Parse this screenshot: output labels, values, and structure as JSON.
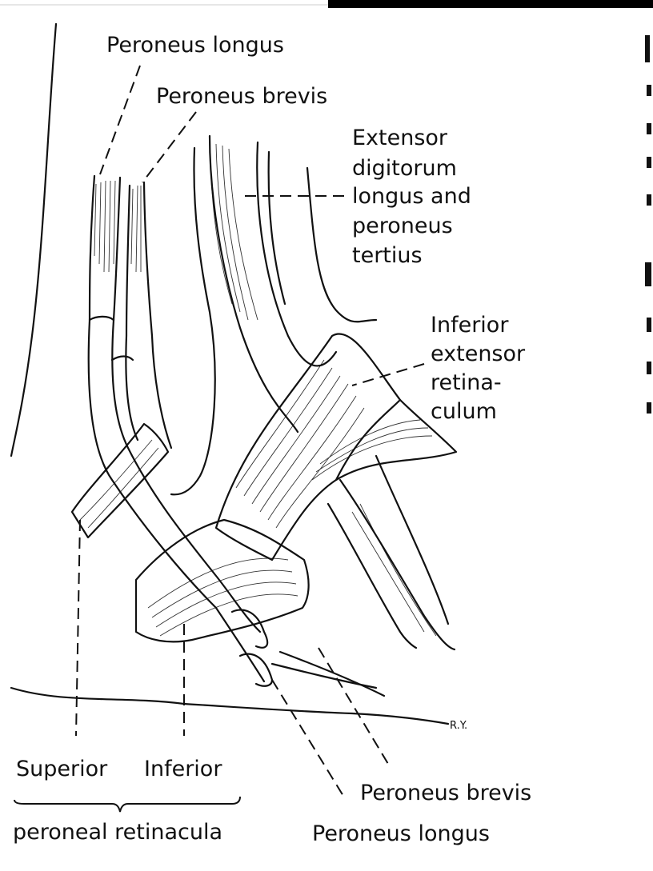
{
  "labels": {
    "peroneus_longus_top": "Peroneus longus",
    "peroneus_brevis_top": "Peroneus brevis",
    "extensor_lines": [
      "Extensor",
      "digitorum",
      "longus and",
      "peroneus",
      "tertius"
    ],
    "inferior_extensor_lines": [
      "Inferior",
      "extensor",
      "retina-",
      "culum"
    ],
    "superior": "Superior",
    "inferior": "Inferior",
    "peroneal_retinacula": "peroneal retinacula",
    "peroneus_brevis_bottom": "Peroneus brevis",
    "peroneus_longus_bottom": "Peroneus longus",
    "artist_initials": "R.Y."
  },
  "colors": {
    "ink": "#111111",
    "paper": "#ffffff",
    "top_bar": "#000000"
  }
}
